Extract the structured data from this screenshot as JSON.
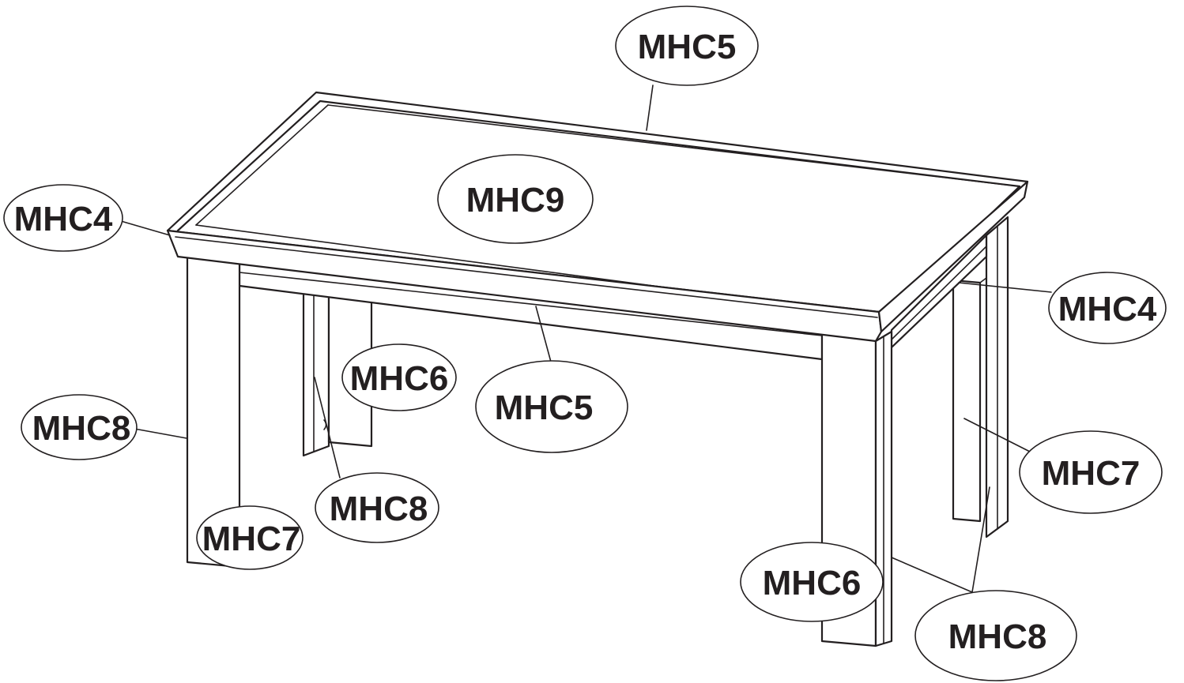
{
  "labels": {
    "top_back_rail": "MHC5",
    "table_top": "MHC9",
    "top_left_edge": "MHC4",
    "top_right_edge": "MHC4",
    "inner_back_panel": "MHC6",
    "front_rail": "MHC5",
    "front_left_leg_outer": "MHC8",
    "back_left_leg": "MHC8",
    "front_left_leg_inner": "MHC7",
    "right_inner_panel": "MHC7",
    "front_right_leg": "MHC6",
    "right_legs": "MHC8"
  },
  "colors": {
    "line": "#231f20",
    "background": "#ffffff"
  }
}
